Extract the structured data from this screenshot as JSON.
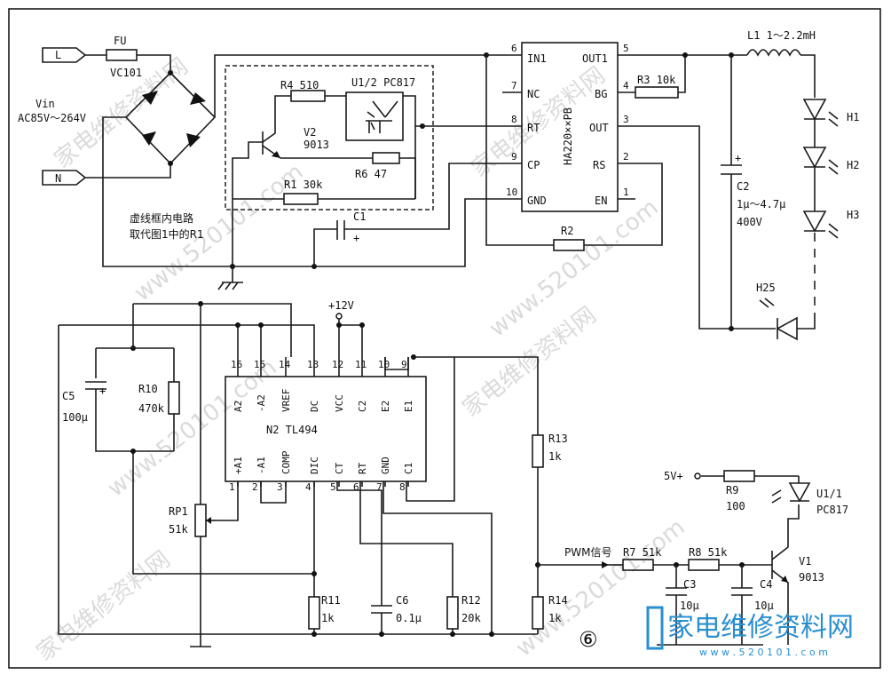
{
  "watermarks": [
    "家电维修资料网",
    "www.520101.com",
    "家电维修资料网",
    "www.520101.com",
    "家电维修资料网",
    "www.520101.com",
    "家电维修资料网",
    "www.520101.com"
  ],
  "input": {
    "L": "L",
    "N": "N",
    "fuse": "FU",
    "bridge": "VC101",
    "vin": "Vin",
    "vin_range": "AC85V～264V"
  },
  "dashed_box": {
    "note1": "虚线框内电路",
    "note2": "取代图1中的R1"
  },
  "opto_top": {
    "name": "U1/2 PC817"
  },
  "r4": "R4 510",
  "v2": "V2",
  "v2_type": "9013",
  "r6": "R6 47",
  "r1": "R1 30k",
  "c1": "C1",
  "r2": "R2",
  "ha": {
    "name": "HA220××PB",
    "pins": {
      "in1": "IN1",
      "nc": "NC",
      "rt": "RT",
      "cp": "CP",
      "gnd": "GND",
      "out1": "OUT1",
      "bg": "BG",
      "out": "OUT",
      "rs": "RS",
      "en": "EN"
    },
    "nums": {
      "p6": "6",
      "p7": "7",
      "p8": "8",
      "p9": "9",
      "p10": "10",
      "p5": "5",
      "p4": "4",
      "p3": "3",
      "p2": "2",
      "p1": "1"
    }
  },
  "r3": "R3 10k",
  "l1": "L1 1～2.2mH",
  "c2_name": "C2",
  "c2_val": "1μ～4.7μ",
  "c2_v": "400V",
  "leds": {
    "h1": "H1",
    "h2": "H2",
    "h3": "H3",
    "h25": "H25"
  },
  "tl494": {
    "name": "N2  TL494",
    "top_labels": [
      "A2",
      "-A2",
      "VREF",
      "DC",
      "VCC",
      "C2",
      "E2",
      "E1"
    ],
    "top_pins": [
      "16",
      "15",
      "14",
      "13",
      "12",
      "11",
      "10",
      "9"
    ],
    "bottom_labels": [
      "+A1",
      "-A1",
      "COMP",
      "DIC",
      "CT",
      "RT",
      "GND",
      "C1"
    ],
    "bottom_pins": [
      "1",
      "2",
      "3",
      "4",
      "5",
      "6",
      "7",
      "8"
    ]
  },
  "v12": "+12V",
  "c5_name": "C5",
  "c5_val": "100μ",
  "r10_name": "R10",
  "r10_val": "470k",
  "rp1_name": "RP1",
  "rp1_val": "51k",
  "r11_name": "R11",
  "r11_val": "1k",
  "c6_name": "C6",
  "c6_val": "0.1μ",
  "r12_name": "R12",
  "r12_val": "20k",
  "r13_name": "R13",
  "r13_val": "1k",
  "r14_name": "R14",
  "r14_val": "1k",
  "pwm": "PWM信号",
  "r7": "R7  51k",
  "r8": "R8  51k",
  "c3_name": "C3",
  "c3_val": "10μ",
  "c4_name": "C4",
  "c4_val": "10μ",
  "v5": "5V+",
  "r9_name": "R9",
  "r9_val": "100",
  "u11_name": "U1/1",
  "u11_type": "PC817",
  "v1_name": "V1",
  "v1_type": "9013",
  "fig": "⑥",
  "logo": {
    "text": "家电维修资料网",
    "url": "w w w . 5 2 0 1 0 1 . c o m"
  }
}
